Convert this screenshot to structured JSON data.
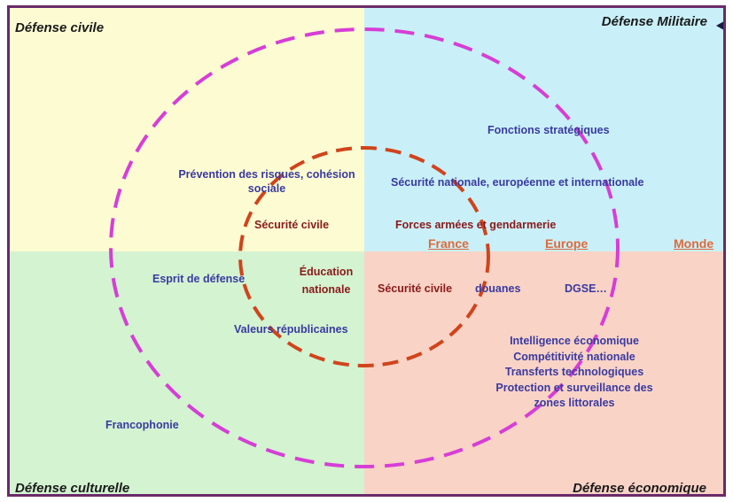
{
  "quadrants": {
    "civile": "Défense civile",
    "militaire": "Défense Militaire",
    "culturelle": "Défense culturelle",
    "economique": "Défense économique"
  },
  "scopes": {
    "france": "France",
    "europe": "Europe",
    "monde": "Monde"
  },
  "labels": {
    "fonctions": "Fonctions stratégiques",
    "prevention_1": "Prévention des risques, cohésion",
    "prevention_2": "sociale",
    "securite_nationale": "Sécurité nationale, européenne et internationale",
    "securite_civile_top": "Sécurité civile",
    "forces_armees": "Forces armées et gendarmerie",
    "esprit_defense": "Esprit de défense",
    "education_1": "Éducation",
    "education_2": "nationale",
    "securite_civile_bottom": "Sécurité civile",
    "douanes": "douanes",
    "dgse": "DGSE…",
    "valeurs": "Valeurs républicaines",
    "eco_1": "Intelligence économique",
    "eco_2": "Compétitivité nationale",
    "eco_3": "Transferts technologiques",
    "eco_4": "Protection et surveillance des",
    "eco_5": "zones littorales",
    "francophonie": "Francophonie"
  },
  "colors": {
    "outer_ring": "#d63ed6",
    "inner_ring": "#d0441c",
    "label_blue": "#3a3aa0",
    "label_red": "#8a1a1a",
    "scope_orange": "#e06a3a"
  }
}
